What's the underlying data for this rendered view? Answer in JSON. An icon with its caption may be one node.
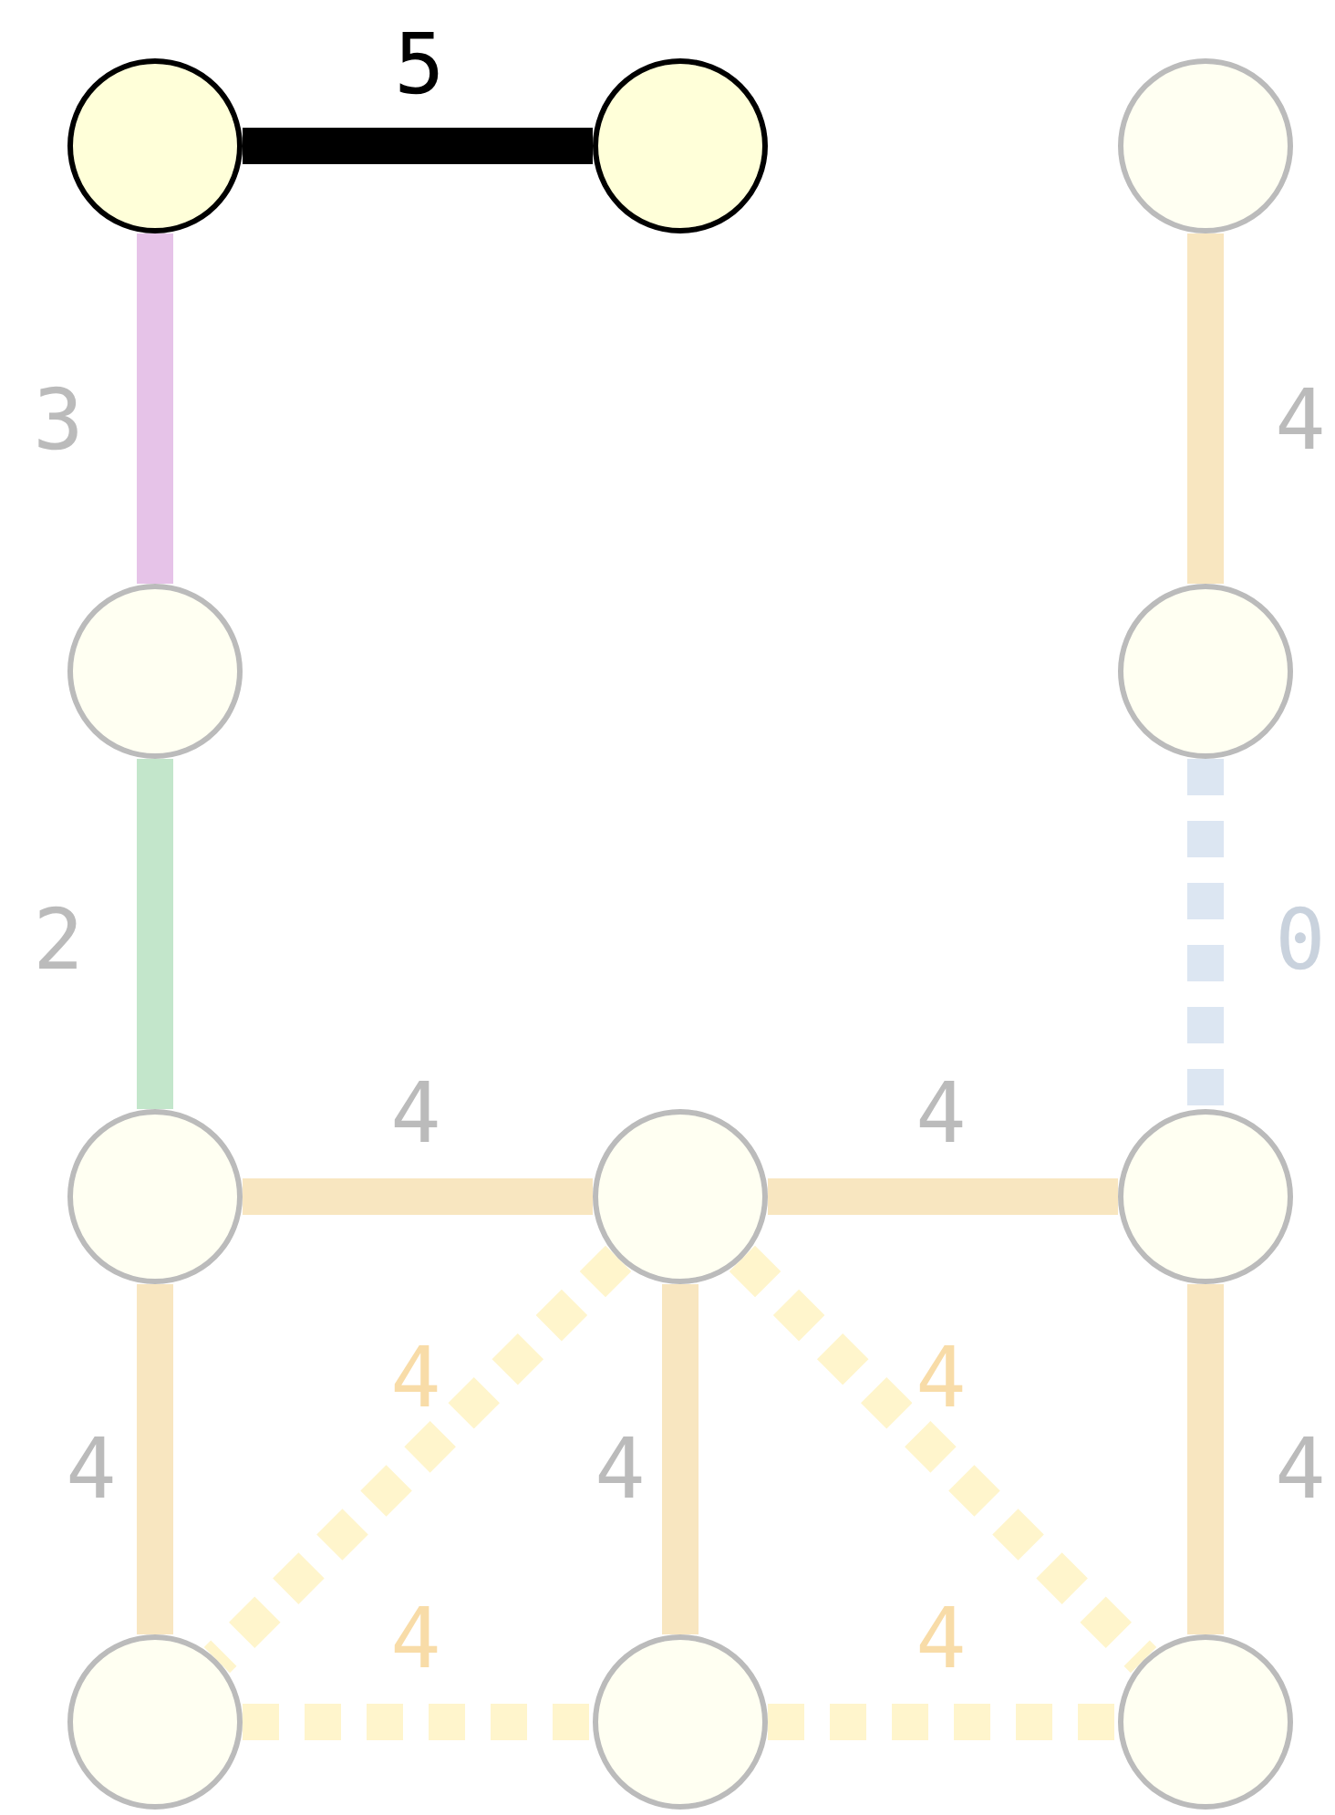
{
  "diagram": {
    "nodes": [
      {
        "text": [],
        "shape": "circle"
      },
      {
        "text": [],
        "shape": "circle"
      },
      {
        "text": [],
        "shape": "circle"
      },
      {
        "text": [],
        "shape": "circle"
      },
      {
        "text": [],
        "shape": "circle"
      },
      {
        "text": [],
        "shape": "circle"
      },
      {
        "text": [],
        "shape": "circle"
      },
      {
        "text": [],
        "shape": "circle"
      },
      {
        "text": [],
        "shape": "circle"
      },
      {
        "text": [],
        "shape": "circle"
      },
      {
        "text": [],
        "shape": "circle"
      }
    ],
    "edges": [
      {
        "from": 0,
        "to": 1,
        "arrow": "none",
        "label": "5",
        "color": "#000000"
      },
      {
        "from": 0,
        "to": 3,
        "arrow": "none",
        "label": "3",
        "color": "#e6c3e8"
      },
      {
        "from": 2,
        "to": 4,
        "arrow": "none",
        "label": "4"
      },
      {
        "from": 3,
        "to": 5,
        "arrow": "none",
        "label": "2",
        "color": "#c3e6cb"
      },
      {
        "from": 4,
        "to": 7,
        "arrow": "none",
        "label": "0",
        "style": "dashed",
        "color": "#dce6f2"
      },
      {
        "from": 5,
        "to": 6,
        "arrow": "none",
        "label": "4"
      },
      {
        "from": 6,
        "to": 7,
        "arrow": "none",
        "label": "4"
      },
      {
        "from": 5,
        "to": 8,
        "arrow": "none",
        "label": "4"
      },
      {
        "from": 6,
        "to": 8,
        "arrow": "none",
        "label": "4",
        "style": "dashed",
        "color": "#fff5cc"
      },
      {
        "from": 6,
        "to": 9,
        "arrow": "none",
        "label": "4"
      },
      {
        "from": 6,
        "to": 10,
        "arrow": "none",
        "label": "4",
        "style": "dashed",
        "color": "#fff5cc"
      },
      {
        "from": 7,
        "to": 10,
        "arrow": "none",
        "label": "4"
      },
      {
        "from": 8,
        "to": 9,
        "arrow": "none",
        "label": "4",
        "style": "dashed",
        "color": "#fff5cc"
      },
      {
        "from": 9,
        "to": 10,
        "arrow": "none",
        "label": "4",
        "style": "dashed",
        "color": "#fff5cc"
      }
    ]
  }
}
